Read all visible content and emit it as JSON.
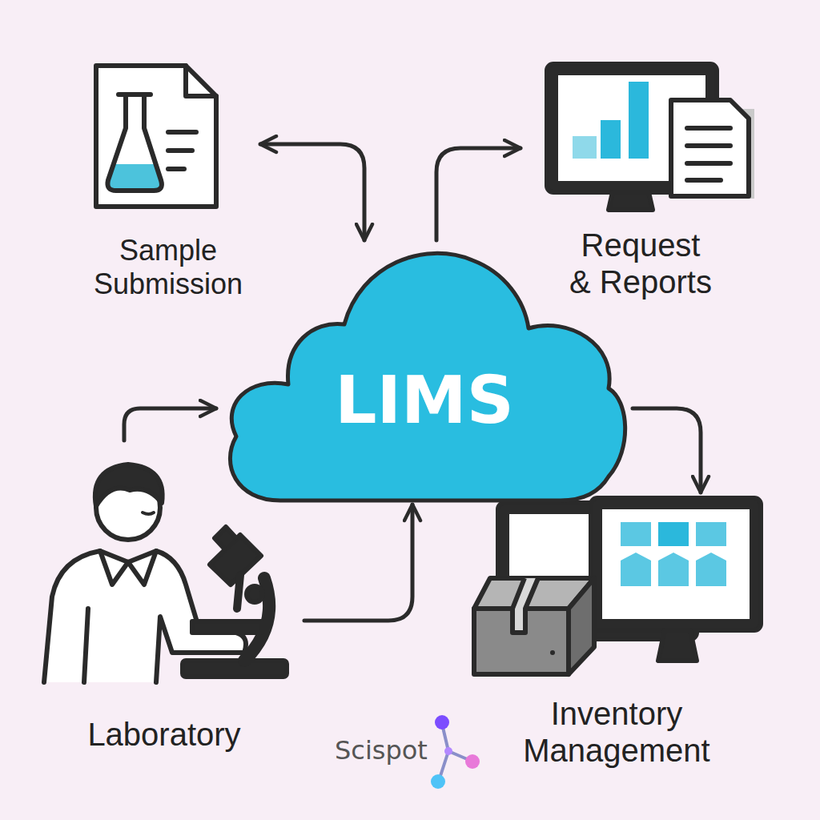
{
  "diagram": {
    "nodes": [
      {
        "text": [
          "Sample Submission"
        ]
      },
      {
        "text": [
          "Request & Reports"
        ]
      },
      {
        "text": [
          "LIMS"
        ]
      },
      {
        "text": [
          "Laboratory"
        ]
      },
      {
        "text": [
          "Inventory Management"
        ]
      }
    ],
    "edges": [
      {
        "from": 0,
        "to": 2,
        "arrow": "both"
      },
      {
        "from": 2,
        "to": 1,
        "arrow": "to"
      },
      {
        "from": 3,
        "to": 2,
        "arrow": "to"
      },
      {
        "from": 3,
        "to": 2,
        "arrow": "to"
      },
      {
        "from": 2,
        "to": 4,
        "arrow": "to"
      }
    ],
    "labels": [
      "Scispot"
    ]
  }
}
